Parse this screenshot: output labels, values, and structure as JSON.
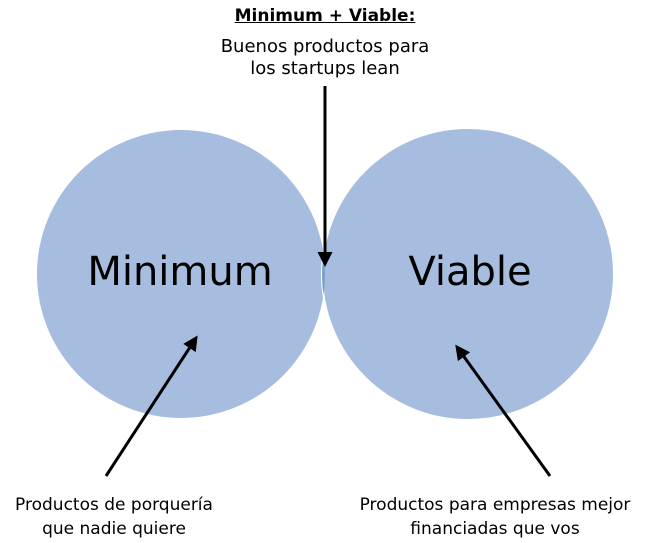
{
  "title": "Minimum + Viable:",
  "top_caption": [
    "Buenos productos para",
    "los startups lean"
  ],
  "circles": {
    "left_label": "Minimum",
    "right_label": "Viable"
  },
  "captions": {
    "left": [
      "Productos de porquería",
      "que nadie quiere"
    ],
    "right": [
      "Productos para empresas mejor",
      "financiadas que vos"
    ]
  },
  "colors": {
    "circle_fill": "#a6bddf",
    "overlap_fill": "#7b9fcb",
    "circle_outline": "#ffffff",
    "arrow": "#000000"
  },
  "icons": [
    "arrow-down-icon",
    "arrow-up-left-icon",
    "arrow-up-right-icon"
  ]
}
